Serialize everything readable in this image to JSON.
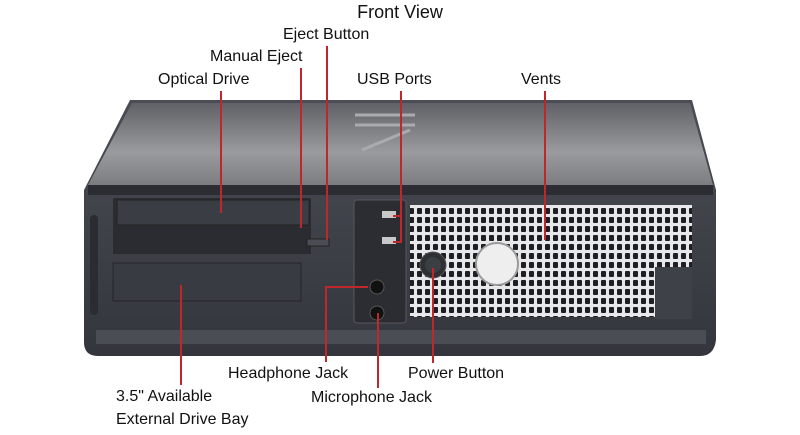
{
  "title": "Front View",
  "labels": {
    "eject_button": "Eject Button",
    "manual_eject": "Manual Eject",
    "optical_drive": "Optical Drive",
    "usb_ports": "USB Ports",
    "vents": "Vents",
    "headphone_jack": "Headphone Jack",
    "microphone_jack": "Microphone Jack",
    "power_button": "Power Button",
    "drive_bay_line1": "3.5\" Available",
    "drive_bay_line2": "External Drive Bay"
  },
  "colors": {
    "leader": "#c0272d",
    "chassis": "#3e4148",
    "lid": "#8e9094"
  }
}
